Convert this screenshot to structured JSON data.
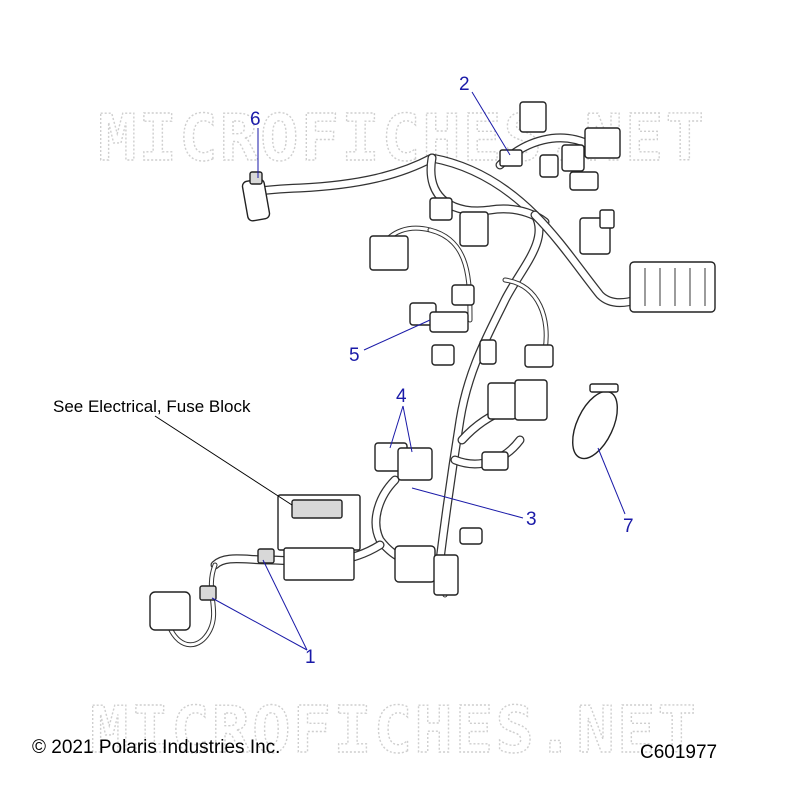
{
  "watermark": {
    "text": "MICROFICHES.NET"
  },
  "note": {
    "text": "See Electrical, Fuse Block"
  },
  "callouts": [
    {
      "id": "1",
      "label": "1"
    },
    {
      "id": "2",
      "label": "2"
    },
    {
      "id": "3",
      "label": "3"
    },
    {
      "id": "4",
      "label": "4"
    },
    {
      "id": "5",
      "label": "5"
    },
    {
      "id": "6",
      "label": "6"
    },
    {
      "id": "7",
      "label": "7"
    }
  ],
  "footer": {
    "copyright": "© 2021 Polaris Industries Inc.",
    "code": "C601977"
  },
  "colors": {
    "callout": "#1a1aa8",
    "line_art": "#222222",
    "watermark": "#cfcfcf"
  }
}
